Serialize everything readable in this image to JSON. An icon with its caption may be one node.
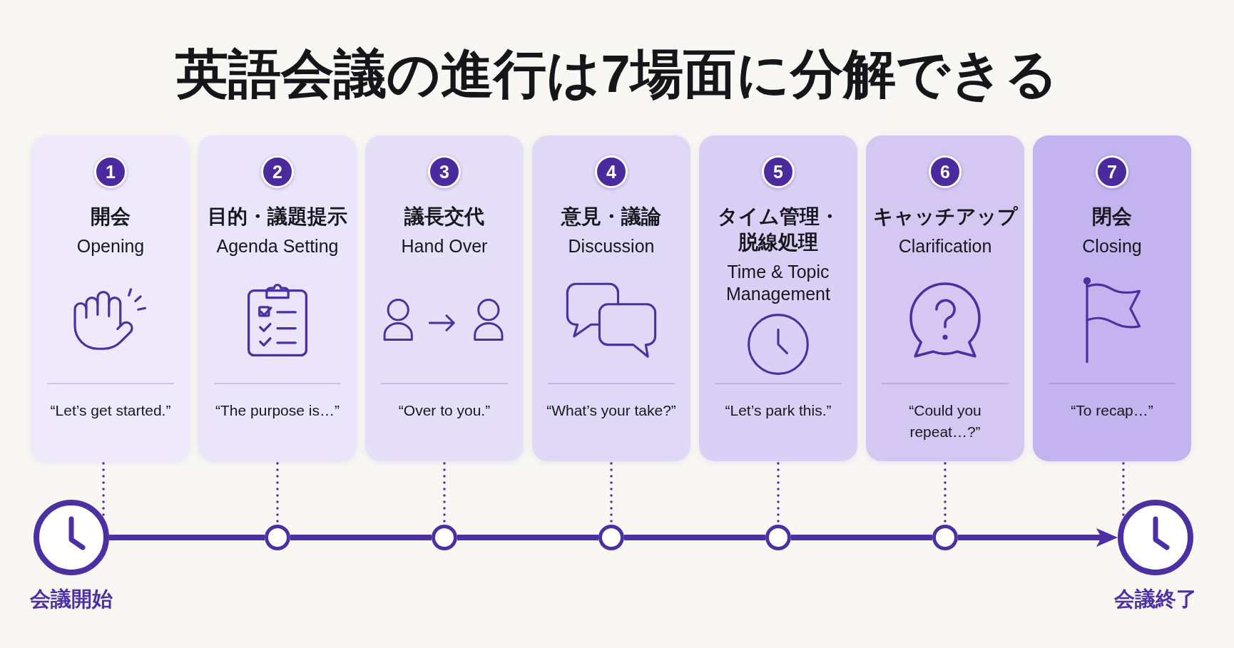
{
  "diagram": {
    "title": "英語会議の進行は7場面に分解できる",
    "nodes": [
      {
        "text": [
          "開会",
          "Opening",
          "“Let’s get started.”"
        ]
      },
      {
        "text": [
          "1"
        ],
        "in": 0
      },
      {
        "text": [
          "目的・議題提示",
          "Agenda Setting",
          "“The purpose is…”"
        ]
      },
      {
        "text": [
          "2"
        ],
        "in": 2
      },
      {
        "text": [
          "議長交代",
          "Hand Over",
          "“Over to you.”"
        ]
      },
      {
        "text": [
          "3"
        ],
        "in": 4
      },
      {
        "text": [
          "意見・議論",
          "Discussion",
          "“What’s your take?”"
        ]
      },
      {
        "text": [
          "4"
        ],
        "in": 6
      },
      {
        "text": [
          "タイム管理・脱線処理",
          "Time & Topic Management",
          "“Let’s park this.”"
        ]
      },
      {
        "text": [
          "5"
        ],
        "in": 8
      },
      {
        "text": [
          "キャッチアップ",
          "Clarification",
          "“Could you repeat…?”"
        ]
      },
      {
        "text": [
          "6"
        ],
        "in": 10
      },
      {
        "text": [
          "閉会",
          "Closing",
          "“To recap…”"
        ]
      },
      {
        "text": [
          "7"
        ],
        "in": 12
      },
      {
        "text": [],
        "shape": "picture",
        "beside": [
          "会議開始"
        ]
      },
      {
        "text": [],
        "shape": "circle"
      },
      {
        "text": [],
        "shape": "circle"
      },
      {
        "text": [],
        "shape": "circle"
      },
      {
        "text": [],
        "shape": "circle"
      },
      {
        "text": [],
        "shape": "circle"
      },
      {
        "text": [],
        "shape": "picture",
        "beside": [
          "会議終了"
        ]
      }
    ],
    "edges": [
      {
        "from": 0,
        "to": 14,
        "arrow": "none",
        "style": "dashed"
      },
      {
        "from": 2,
        "to": 15,
        "arrow": "none",
        "style": "dashed"
      },
      {
        "from": 4,
        "to": 16,
        "arrow": "none",
        "style": "dashed"
      },
      {
        "from": 6,
        "to": 17,
        "arrow": "none",
        "style": "dashed"
      },
      {
        "from": 8,
        "to": 18,
        "arrow": "none",
        "style": "dashed"
      },
      {
        "from": 10,
        "to": 19,
        "arrow": "none",
        "style": "dashed"
      },
      {
        "from": 12,
        "to": 20,
        "arrow": "none",
        "style": "dashed"
      },
      {
        "from": 14,
        "to": 15,
        "arrow": "none",
        "style": "thick"
      },
      {
        "from": 15,
        "to": 16,
        "arrow": "none",
        "style": "thick"
      },
      {
        "from": 16,
        "to": 17,
        "arrow": "none",
        "style": "thick"
      },
      {
        "from": 17,
        "to": 18,
        "arrow": "none",
        "style": "thick"
      },
      {
        "from": 18,
        "to": 19,
        "arrow": "none",
        "style": "thick"
      },
      {
        "from": 19,
        "to": 20,
        "arrow": "to",
        "style": "thick"
      }
    ]
  }
}
